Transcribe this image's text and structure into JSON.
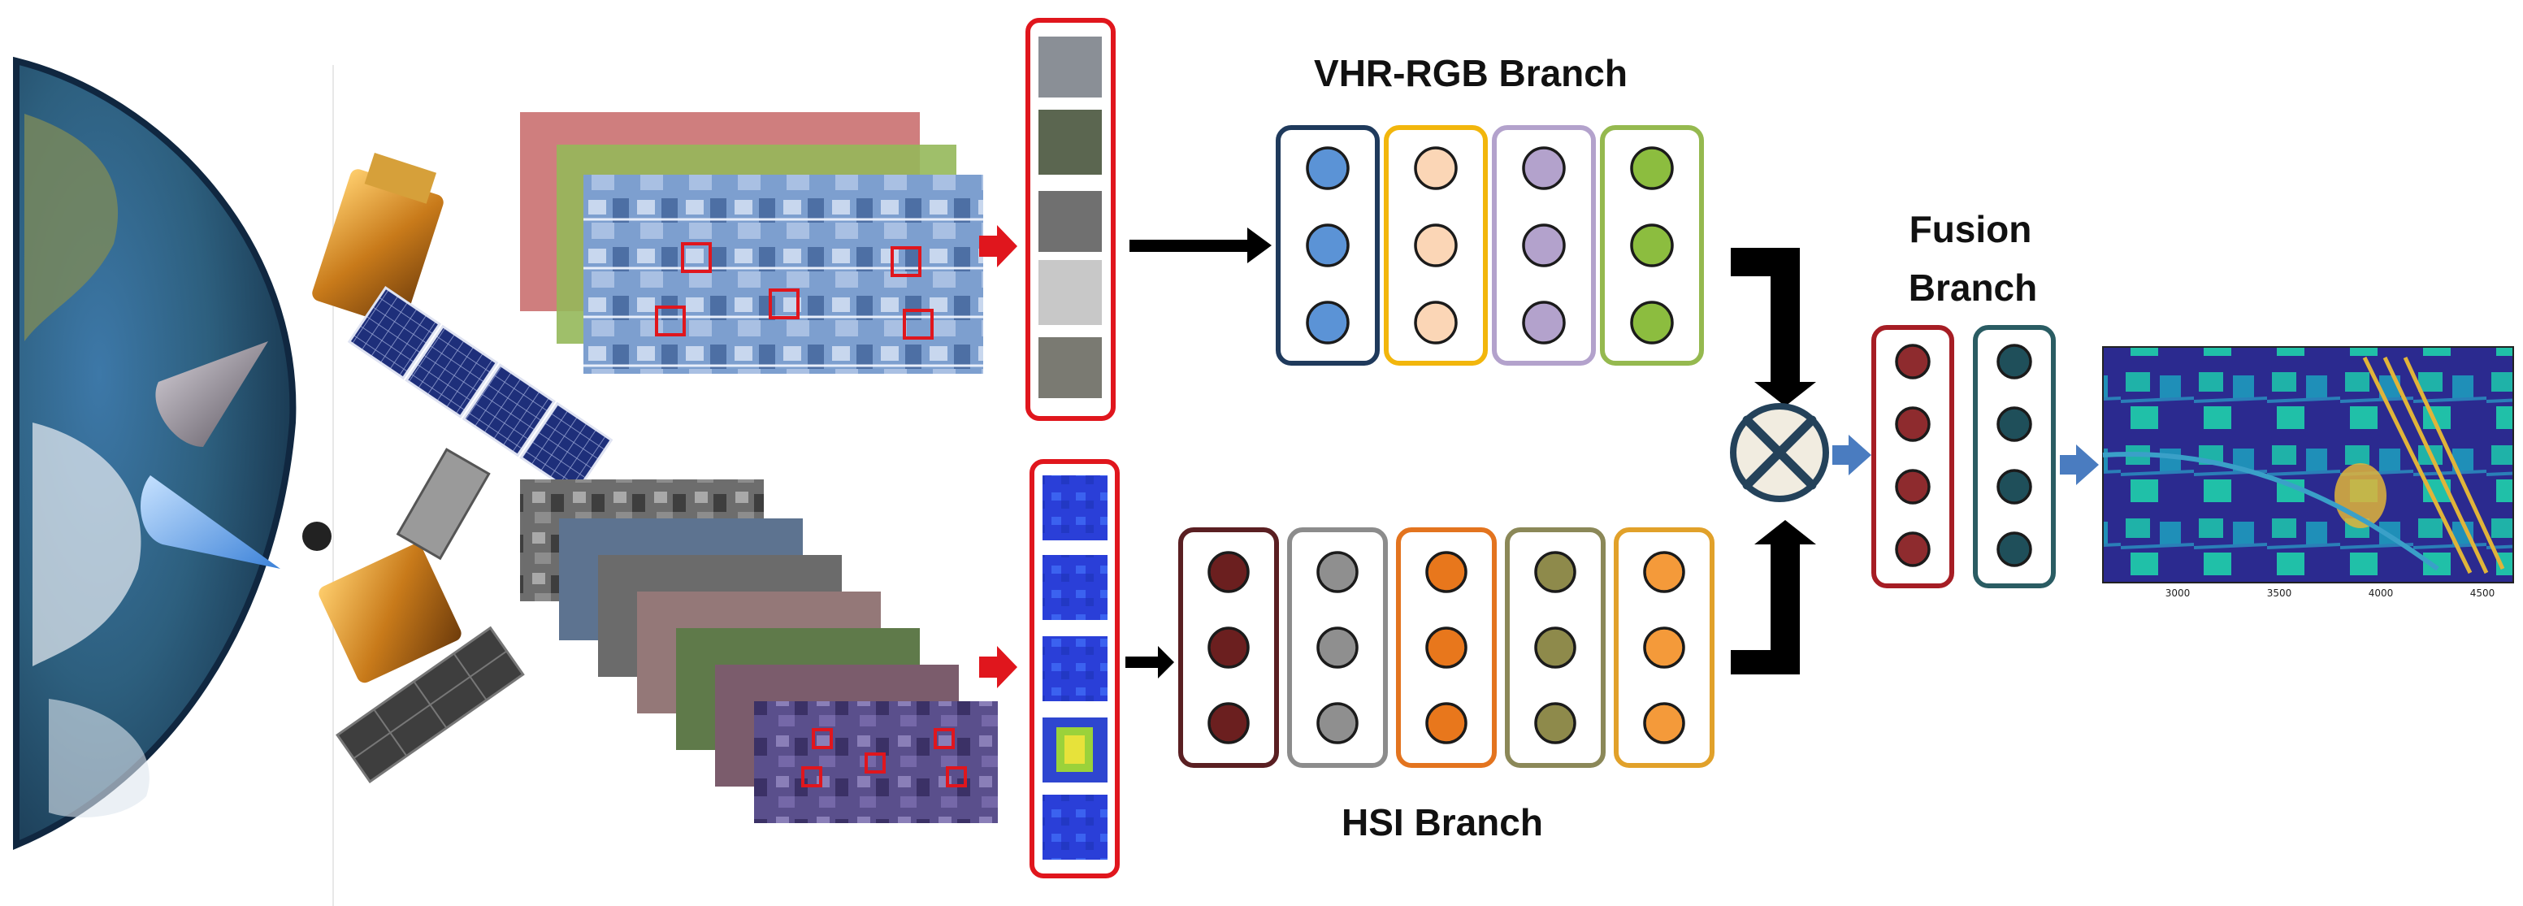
{
  "labels": {
    "vhr_branch": "VHR-RGB Branch",
    "hsi_branch": "HSI Branch",
    "fusion_line1": "Fusion",
    "fusion_line2": "Branch"
  },
  "output_map_ticks": [
    "3000",
    "3500",
    "4000",
    "4500"
  ],
  "icons": {
    "earth": "earth-globe-icon",
    "satellite_top": "satellite-icon",
    "satellite_bottom": "satellite-icon",
    "fusion": "multiply-circle-icon"
  },
  "colors": {
    "patch_border": "#e0161d",
    "arrow_red": "#e0161d",
    "arrow_black": "#000000",
    "arrow_blue": "#4a7cc0",
    "vhr_columns": [
      {
        "border": "#1f3a5c",
        "fill": "#5b93d6"
      },
      {
        "border": "#f2b60c",
        "fill": "#fbd6b6"
      },
      {
        "border": "#b3a2cc",
        "fill": "#b3a2cc"
      },
      {
        "border": "#95b94f",
        "fill": "#8cbd3f"
      }
    ],
    "hsi_columns": [
      {
        "border": "#5a1f22",
        "fill": "#6b1f1f"
      },
      {
        "border": "#8c8c8c",
        "fill": "#8f8f8f"
      },
      {
        "border": "#e3741f",
        "fill": "#e8771c"
      },
      {
        "border": "#8b8858",
        "fill": "#8e8a4b"
      },
      {
        "border": "#e1a12a",
        "fill": "#f49a3a"
      }
    ],
    "fusion_columns": [
      {
        "border": "#a61d24",
        "fill": "#8e2b2e"
      },
      {
        "border": "#2a5c63",
        "fill": "#1f4f5a"
      }
    ]
  }
}
